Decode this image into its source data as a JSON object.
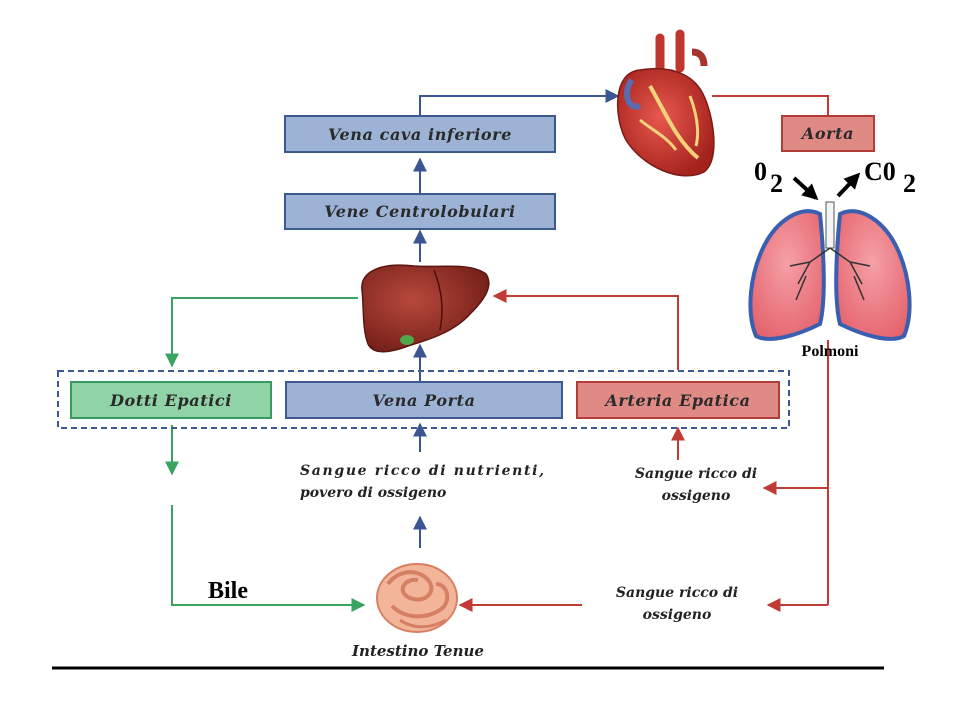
{
  "boxes": {
    "vena_cava": "Vena cava inferiore",
    "vene_centrolobulari": "Vene Centrolobulari",
    "dotti_epatici": "Dotti Epatici",
    "vena_porta": "Vena Porta",
    "arteria_epatica": "Arteria Epatica",
    "aorta": "Aorta"
  },
  "labels": {
    "nutrient_line1": "Sangue ricco di nutrienti,",
    "nutrient_line2": "povero di ossigeno",
    "oxy1_line1": "Sangue ricco di",
    "oxy1_line2": "ossigeno",
    "oxy2_line1": "Sangue ricco di",
    "oxy2_line2": "ossigeno",
    "intestino": "Intestino Tenue",
    "bile": "Bile",
    "polmoni": "Polmoni",
    "o2_main": "0",
    "o2_sub": "2",
    "co2_main": "C0",
    "co2_sub": "2"
  },
  "colors": {
    "blue_box": "#9cb3d6",
    "blue_border": "#3d5a90",
    "green_box": "#8fd3a6",
    "green_border": "#3a9a5e",
    "red_box": "#e08a86",
    "red_border": "#b33c36",
    "blue_arrow": "#3a5592",
    "red_arrow": "#c23a35",
    "green_arrow": "#3aa360"
  },
  "icons": {
    "heart": "heart-icon",
    "liver": "liver-icon",
    "lungs": "lungs-icon",
    "intestine": "intestine-icon"
  }
}
